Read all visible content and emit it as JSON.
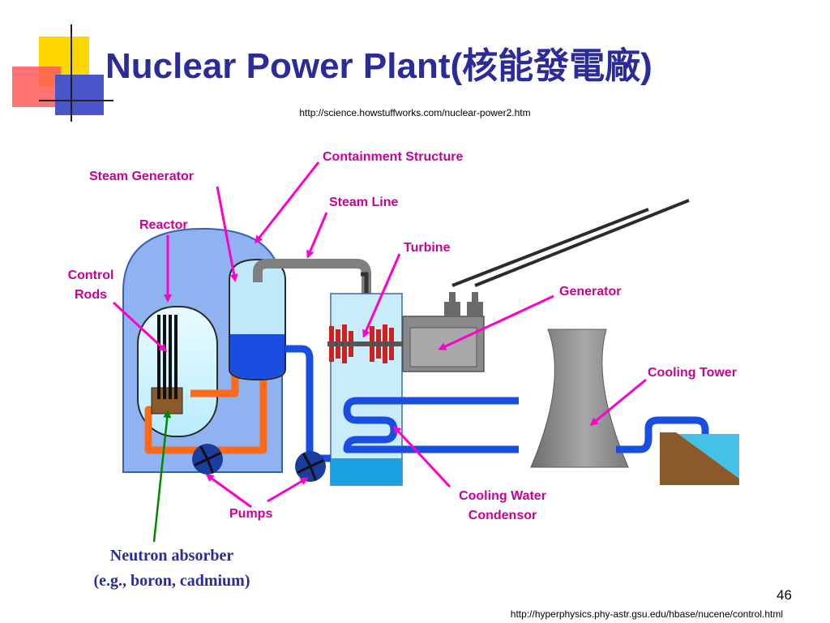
{
  "slide": {
    "title": "Nuclear Power Plant(核能發電廠)",
    "source_top": "http://science.howstuffworks.com/nuclear-power2.htm",
    "source_bottom": "http://hyperphysics.phy-astr.gsu.edu/hbase/nucene/control.html",
    "page_number": "46"
  },
  "labels": {
    "containment": "Containment Structure",
    "steam_generator": "Steam Generator",
    "steam_line": "Steam Line",
    "reactor": "Reactor",
    "turbine": "Turbine",
    "control_rods_1": "Control",
    "control_rods_2": "Rods",
    "generator": "Generator",
    "cooling_tower": "Cooling Tower",
    "cooling_water_1": "Cooling Water",
    "cooling_water_2": "Condensor",
    "pumps": "Pumps",
    "neutron_1": "Neutron absorber",
    "neutron_2": "(e.g., boron, cadmium)"
  },
  "colors": {
    "title": "#2b2b9a",
    "label_magenta": "#cc0099",
    "arrow_magenta": "#ff00cc",
    "neutron_arrow": "#008800",
    "containment_fill": "#8fb3f0",
    "hot_loop": "#ff6a1a",
    "cold_loop": "#1a4ee0",
    "steam_pipe": "#7f7f7f",
    "cooling_tower": "#8a8a8a",
    "water": "#44c2e6",
    "ground": "#8b5a2b"
  }
}
